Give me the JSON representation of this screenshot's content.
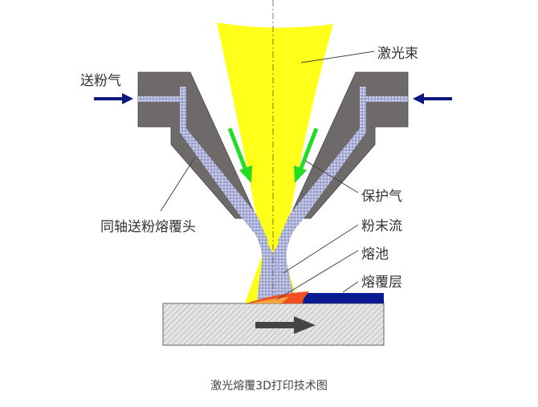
{
  "labels": {
    "laser_beam": "激光束",
    "powder_gas": "送粉气",
    "shield_gas": "保护气",
    "coaxial_head": "同轴送粉熔覆头",
    "powder_stream": "粉末流",
    "melt_pool": "熔池",
    "clad_layer": "熔覆层"
  },
  "caption": "激光熔覆3D打印技术图",
  "colors": {
    "beam": "#ffff1a",
    "nozzle": "#6e6a6a",
    "powder": "#aab0d8",
    "arrow_blue": "#0a1a80",
    "arrow_green": "#22dd22",
    "clad": "#0a1a90",
    "melt": "#f05020",
    "substrate": "#e0e0e0"
  }
}
